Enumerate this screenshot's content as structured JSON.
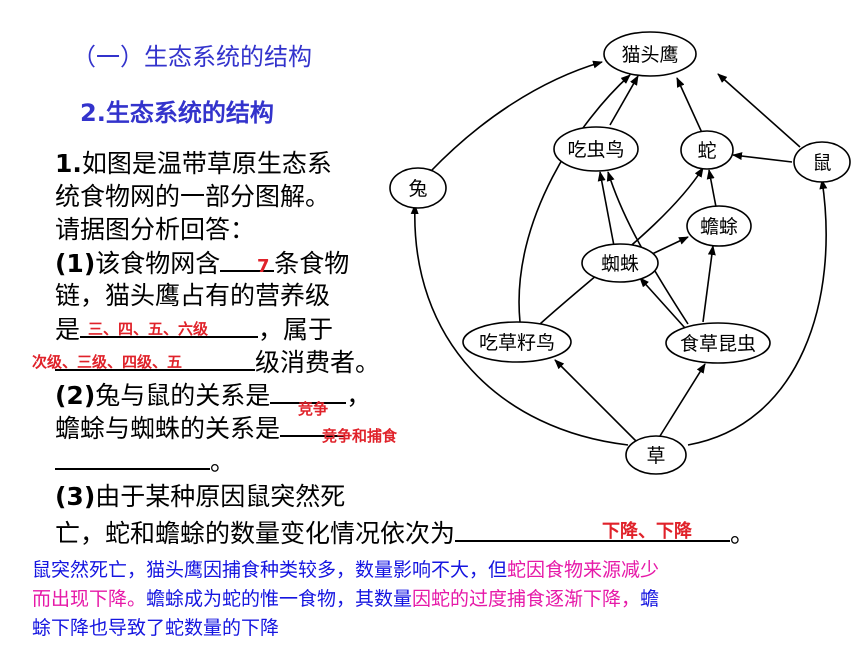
{
  "heading1": "（一）生态系统的结构",
  "heading2": "2.生态系统的结构",
  "question": {
    "intro_line1_num": "1.",
    "intro_line1": "如图是温带草原生态系",
    "intro_line2": "统食物网的一部分图解。",
    "intro_line3": "请据图分析回答：",
    "p1_num": "(1)",
    "p1_a": "该食物网含",
    "p1_b": "条食物",
    "p1_c": "链，猫头鹰占有的营养级",
    "p1_d": "是",
    "p1_e": "，属于",
    "p1_f": "级消费者。",
    "p2_num": "(2)",
    "p2_a": "兔与鼠的关系是",
    "p2_b": "，",
    "p2_c": "蟾蜍与蜘蛛的关系是",
    "p2_d": "。",
    "p3_num": "(3)",
    "p3_a": "由于某种原因鼠突然死",
    "p3_b": "亡，蛇和蟾蜍的数量变化情况依次为",
    "p3_c": "。"
  },
  "answers": {
    "a1": "7",
    "a2": "三、四、五、六级",
    "a3": "次级、三级、四级、五",
    "a4": "竞争",
    "a5": "竞争和捕食",
    "a6": "下降、下降"
  },
  "explanation": {
    "s1": "鼠突然死亡，猫头鹰因捕食种类较多，数量影响不大，但",
    "s2": "蛇因食物来源减少",
    "s3": "而出现下降。",
    "s4": "蟾蜍成为蛇的惟一食物，其数量",
    "s5": "因蛇的过度捕食逐渐下降，",
    "s6": "蟾",
    "s7": "蜍下降也导致了蛇数量的下降"
  },
  "food_web": {
    "nodes": {
      "owl": "猫头鹰",
      "insect_bird": "吃虫鸟",
      "snake": "蛇",
      "mouse": "鼠",
      "rabbit": "兔",
      "toad": "蟾蜍",
      "spider": "蜘蛛",
      "seed_bird": "吃草籽鸟",
      "herb_insect": "食草昆虫",
      "grass": "草"
    }
  },
  "colors": {
    "heading": "#3333cc",
    "answer": "#e0222a",
    "explain_blue": "#1515e0",
    "explain_magenta": "#e619a8"
  }
}
